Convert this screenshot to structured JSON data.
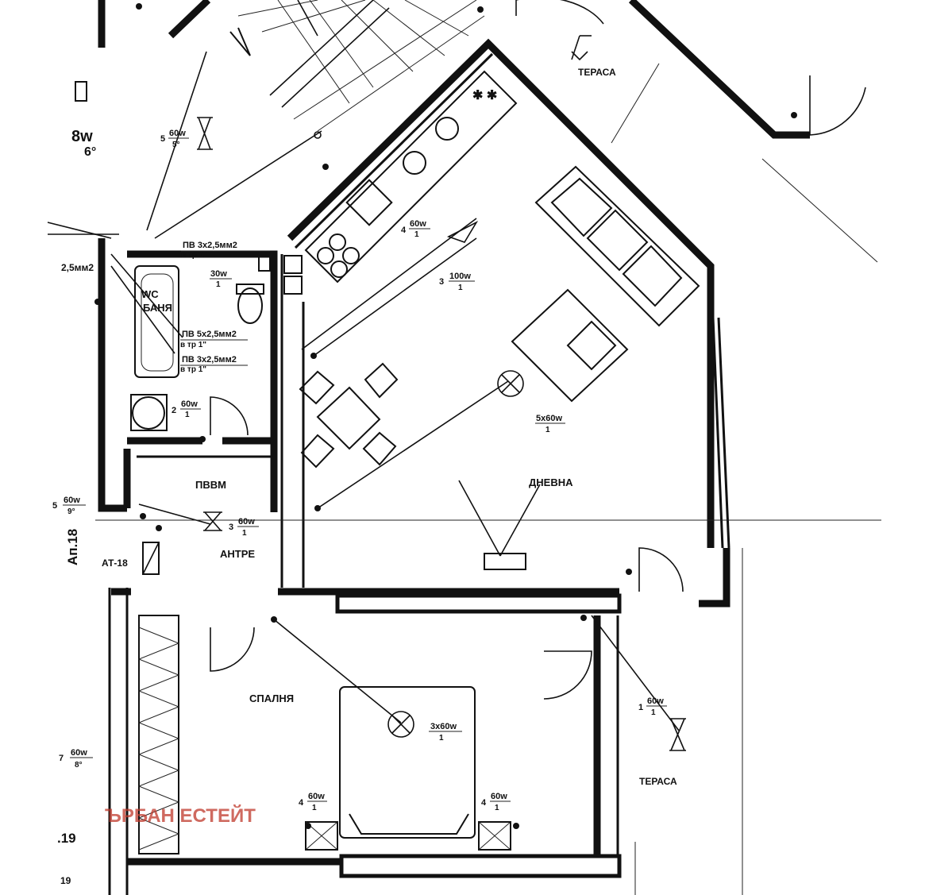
{
  "rooms": {
    "living": "ДНЕВНА",
    "bedroom": "СПАЛНЯ",
    "hall": "АНТРЕ",
    "bath_wc": "WC",
    "bath": "БАНЯ",
    "storage": "ПВВМ",
    "terrace_top": "ТЕРАСА",
    "terrace_bottom": "ТЕРАСА"
  },
  "labels": {
    "apartment": "Ап.18",
    "panel": "АТ-18",
    "unit_19": ".19",
    "unit_19b": "19",
    "code_8w": "8w",
    "code_6": "6°",
    "code_2_5mm": "2,5мм2"
  },
  "cables": [
    {
      "spec": "ПВ 3х2,5мм2",
      "conduit": "в тр 1\""
    },
    {
      "spec": "ПВ 5х2,5мм2",
      "conduit": "в тр 1\""
    },
    {
      "spec": "ПВ 3х2,5мм2",
      "conduit": "в тр 1\""
    }
  ],
  "fixtures": {
    "stair_light": {
      "count": "5",
      "power": "60w",
      "sub": "5°"
    },
    "kitchen": {
      "count": "4",
      "power": "60w",
      "sub": "1"
    },
    "living_main": {
      "count": "3",
      "power": "100w",
      "sub": "1"
    },
    "chandelier": {
      "power": "5x60w",
      "sub": "1"
    },
    "bath_light": {
      "power": "30w",
      "sub": "1"
    },
    "bath_2": {
      "count": "2",
      "power": "60w",
      "sub": "1"
    },
    "hall": {
      "count": "3",
      "power": "60w",
      "sub": "1"
    },
    "left_5": {
      "count": "5",
      "power": "60w",
      "sub": "9°"
    },
    "bedroom_main": {
      "power": "3x60w",
      "sub": "1"
    },
    "bedside_l": {
      "count": "4",
      "power": "60w",
      "sub": "1"
    },
    "bedside_r": {
      "count": "4",
      "power": "60w",
      "sub": "1"
    },
    "terrace": {
      "count": "1",
      "power": "60w",
      "sub": "1"
    },
    "left_7": {
      "count": "7",
      "power": "60w",
      "sub": "8°"
    }
  },
  "watermark": "ЪРБАН ЕСТЕЙТ",
  "colors": {
    "ink": "#111111",
    "watermark": "#c0392b"
  }
}
